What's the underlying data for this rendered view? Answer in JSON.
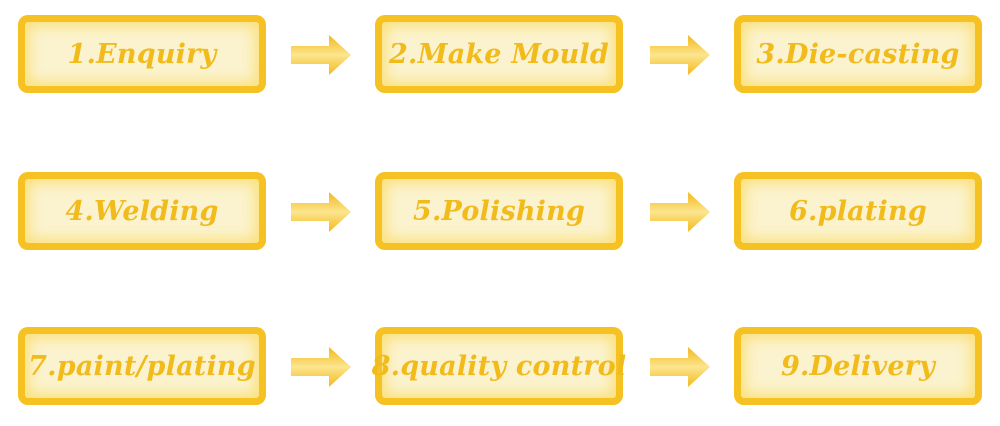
{
  "accent_color": "#f6c223",
  "text_color": "#f2bb1c",
  "steps": [
    {
      "label": "1.Enquiry"
    },
    {
      "label": "2.Make Mould"
    },
    {
      "label": "3.Die-casting"
    },
    {
      "label": "4.Welding"
    },
    {
      "label": "5.Polishing"
    },
    {
      "label": "6.plating"
    },
    {
      "label": "7.paint/plating"
    },
    {
      "label": "8.quality control"
    },
    {
      "label": "9.Delivery"
    }
  ],
  "arrow_icon": "right-arrow-icon"
}
